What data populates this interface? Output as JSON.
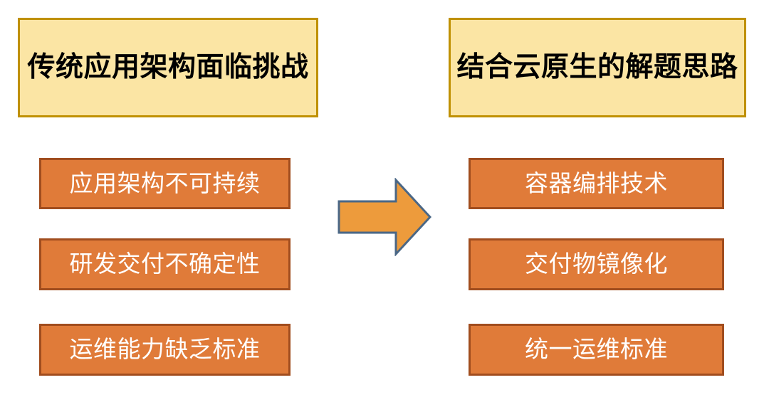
{
  "diagram": {
    "type": "two-column-comparison",
    "background_color": "#ffffff",
    "columns": [
      {
        "id": "problems",
        "title": "传统应用架构面临挑战",
        "title_fill": "#fbe5a4",
        "title_border": "#bf9000",
        "title_text_color": "#000000",
        "items": [
          {
            "label": "应用架构不可持续"
          },
          {
            "label": "研发交付不确定性"
          },
          {
            "label": "运维能力缺乏标准"
          }
        ],
        "item_fill": "#e07b39",
        "item_border": "#a14d1e",
        "item_text_color": "#ffffff"
      },
      {
        "id": "solutions",
        "title": "结合云原生的解题思路",
        "title_fill": "#fbe5a4",
        "title_border": "#bf9000",
        "title_text_color": "#000000",
        "items": [
          {
            "label": "容器编排技术"
          },
          {
            "label": "交付物镜像化"
          },
          {
            "label": "统一运维标准"
          }
        ],
        "item_fill": "#e07b39",
        "item_border": "#a14d1e",
        "item_text_color": "#ffffff"
      }
    ],
    "connector": {
      "icon": "right-arrow-icon",
      "direction": "right",
      "fill": "#ed9b3c",
      "stroke": "#4a6786"
    }
  }
}
